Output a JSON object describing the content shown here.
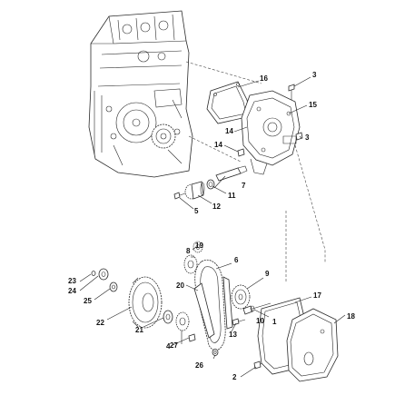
{
  "diagram": {
    "callouts": [
      {
        "id": "c1",
        "label": "1"
      },
      {
        "id": "c2",
        "label": "2"
      },
      {
        "id": "c3a",
        "label": "3"
      },
      {
        "id": "c3b",
        "label": "3"
      },
      {
        "id": "c4",
        "label": "4"
      },
      {
        "id": "c5",
        "label": "5"
      },
      {
        "id": "c6",
        "label": "6"
      },
      {
        "id": "c7",
        "label": "7"
      },
      {
        "id": "c8",
        "label": "8"
      },
      {
        "id": "c9",
        "label": "9"
      },
      {
        "id": "c10",
        "label": "10"
      },
      {
        "id": "c11",
        "label": "11"
      },
      {
        "id": "c12",
        "label": "12"
      },
      {
        "id": "c13",
        "label": "13"
      },
      {
        "id": "c14a",
        "label": "14"
      },
      {
        "id": "c14b",
        "label": "14"
      },
      {
        "id": "c15",
        "label": "15"
      },
      {
        "id": "c16",
        "label": "16"
      },
      {
        "id": "c17",
        "label": "17"
      },
      {
        "id": "c18",
        "label": "18"
      },
      {
        "id": "c19",
        "label": "19"
      },
      {
        "id": "c20",
        "label": "20"
      },
      {
        "id": "c21",
        "label": "21"
      },
      {
        "id": "c22",
        "label": "22"
      },
      {
        "id": "c23",
        "label": "23"
      },
      {
        "id": "c24",
        "label": "24"
      },
      {
        "id": "c25",
        "label": "25"
      },
      {
        "id": "c26",
        "label": "26"
      },
      {
        "id": "c27",
        "label": "27"
      }
    ]
  }
}
